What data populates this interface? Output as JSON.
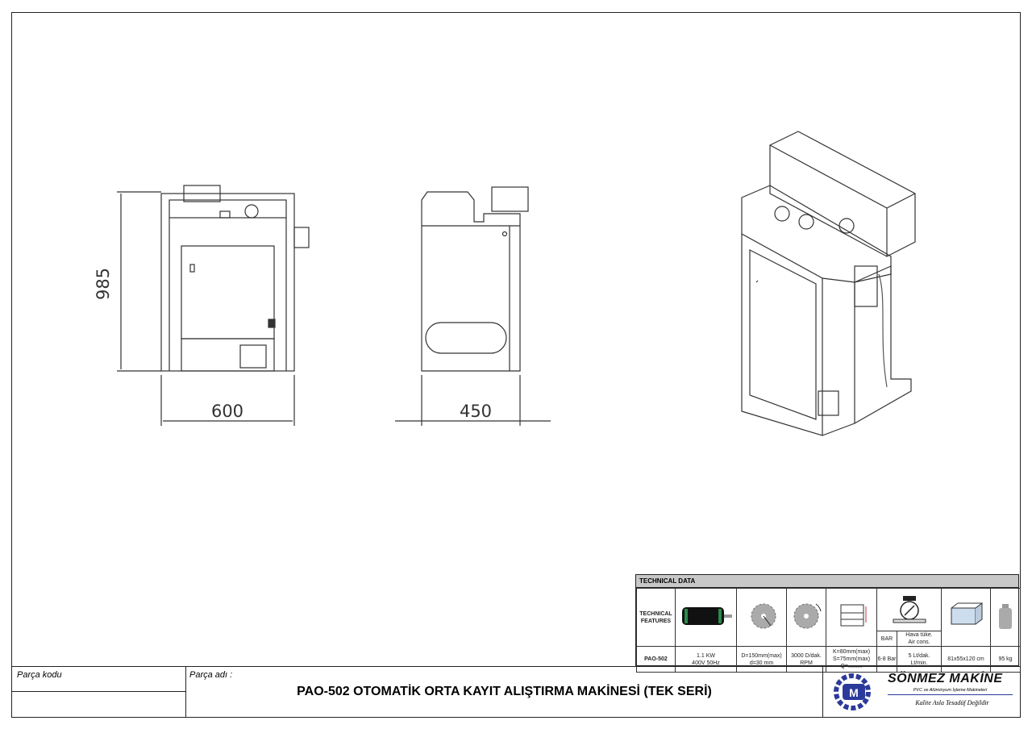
{
  "drawing": {
    "dimensions": {
      "front_height": "985",
      "front_width": "600",
      "side_depth": "450"
    }
  },
  "technical_data": {
    "title": "TECHNICAL DATA",
    "row_label_features": "TECHNICAL FEATURES",
    "bar_label": "BAR",
    "air_label_1": "Hava tüke.",
    "air_label_2": "Air cons.",
    "model": "PAO-502",
    "motor_1": "1.1 KW",
    "motor_2": "400V 50Hz",
    "blade_1": "D=150mm(max)",
    "blade_2": "d=30 mm",
    "speed_1": "3000 D/dak.",
    "speed_2": "RPM",
    "cut_1": "K=80mm(max)",
    "cut_2": "S=75mm(max)",
    "cut_3": "Q=.........",
    "pressure": "6-8 Bar",
    "air_1": "5 Lt/dak.",
    "air_2": "Lt/min.",
    "size": "81x55x120 cm",
    "weight": "95 kg",
    "icons": [
      "motor-icon",
      "saw-blade-dimension-icon",
      "saw-blade-rotation-icon",
      "cutting-capacity-icon",
      "pressure-gauge-icon",
      "box-dimensions-icon",
      "weight-icon"
    ]
  },
  "title_block": {
    "part_code_label": "Parça kodu",
    "part_name_label": "Parça adı :",
    "part_name": "PAO-502 OTOMATİK ORTA KAYIT ALIŞTIRMA MAKİNESİ (TEK SERİ)",
    "company": "SÖNMEZ MAKİNE",
    "company_sub": "PVC ve Alüminyum İşleme Makineleri",
    "slogan": "Kalite Asla Tesadüf Değildir",
    "logo_color": "#2b3a9a"
  }
}
